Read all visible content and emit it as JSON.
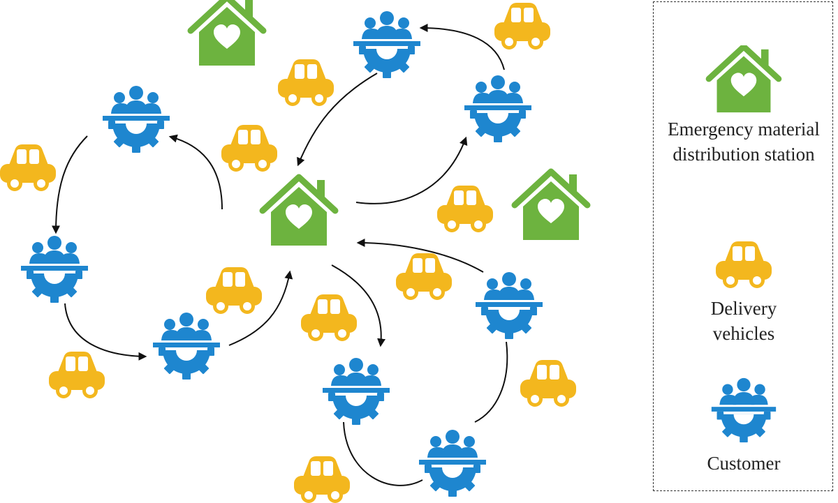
{
  "legend": {
    "station_label": "Emergency material distribution station",
    "vehicle_label": "Delivery vehicles",
    "customer_label": "Customer"
  },
  "colors": {
    "station_green": "#6DB33F",
    "vehicle_yellow": "#F3B71E",
    "customer_blue": "#1E86CF",
    "arrow": "#111111"
  },
  "icons": {
    "station": "house-heart-icon",
    "vehicle": "car-icon",
    "customer": "customer-gear-icon"
  }
}
